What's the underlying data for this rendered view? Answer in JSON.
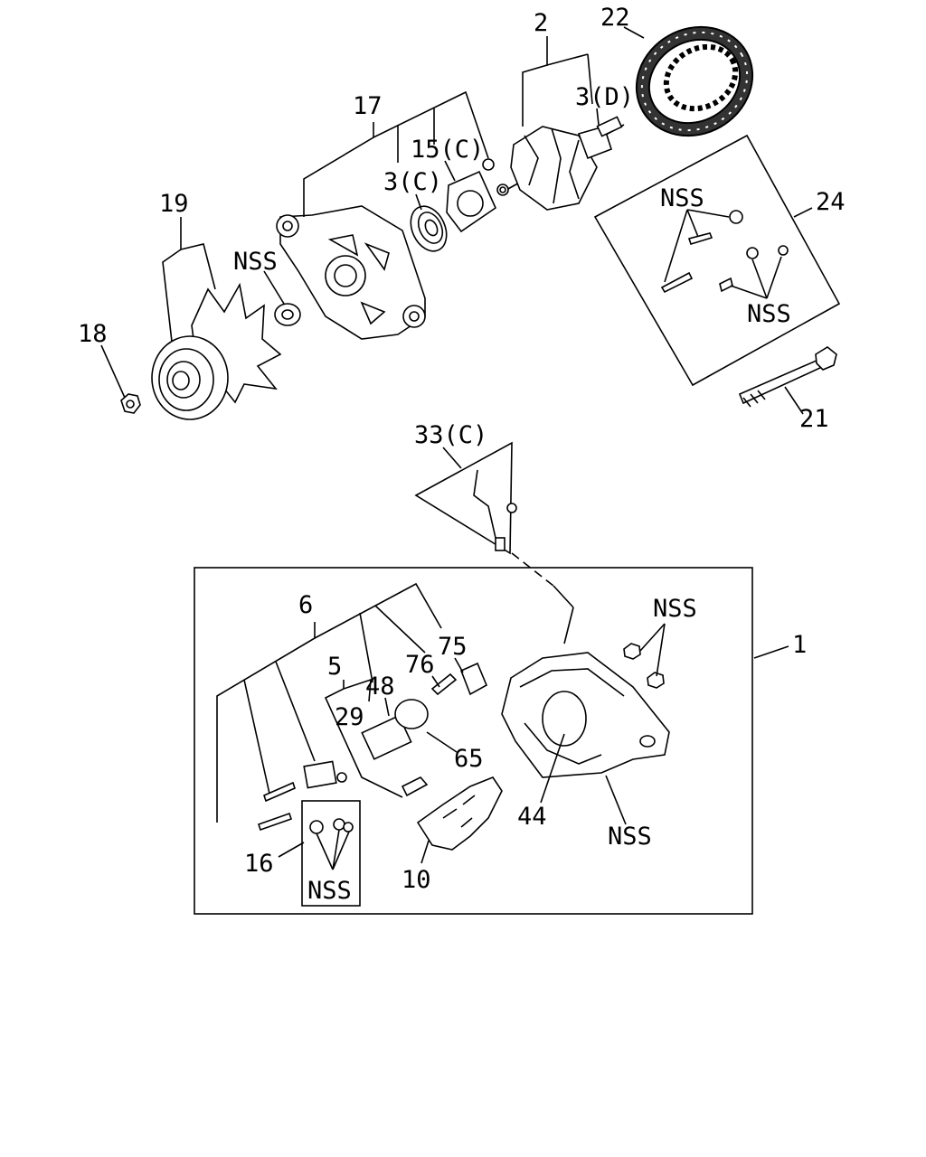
{
  "labels": {
    "l2": "2",
    "l22": "22",
    "l3d": "3(D)",
    "l17": "17",
    "l15c": "15(C)",
    "l3c": "3(C)",
    "l19": "19",
    "l24": "24",
    "nss_frame_top": "NSS",
    "nss_frame_bottom": "NSS",
    "nss_bearing": "NSS",
    "l18": "18",
    "l21": "21",
    "l33c": "33(C)",
    "l6": "6",
    "nss_nuts": "NSS",
    "l1": "1",
    "l75": "75",
    "l5": "5",
    "l76": "76",
    "l48": "48",
    "l29": "29",
    "l65": "65",
    "l44": "44",
    "nss_housing": "NSS",
    "l16": "16",
    "nss_screws": "NSS",
    "l10": "10"
  }
}
